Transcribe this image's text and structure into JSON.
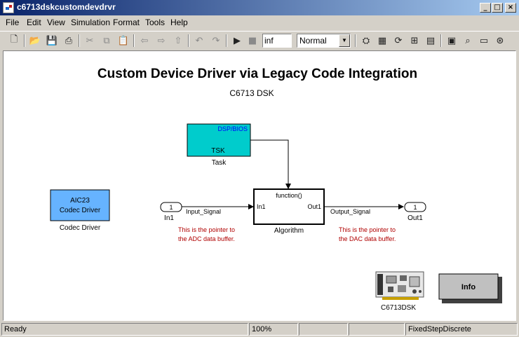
{
  "window": {
    "title": "c6713dskcustomdevdrvr"
  },
  "menu": {
    "items": [
      "File",
      "Edit",
      "View",
      "Simulation",
      "Format",
      "Tools",
      "Help"
    ]
  },
  "toolbar": {
    "stop_time": "inf",
    "sim_mode": "Normal"
  },
  "diagram": {
    "title": "Custom Device Driver via Legacy Code Integration",
    "subtitle": "C6713 DSK",
    "task_block": {
      "header": "DSP/BIOS",
      "body": "TSK",
      "caption": "Task"
    },
    "codec_block": {
      "line1": "AIC23",
      "line2": "Codec Driver",
      "caption": "Codec Driver"
    },
    "algorithm_block": {
      "trigger": "function()",
      "in_port": "In1",
      "out_port": "Out1",
      "caption": "Algorithm"
    },
    "inport": {
      "number": "1",
      "caption": "In1",
      "signal": "Input_Signal"
    },
    "outport": {
      "number": "1",
      "caption": "Out1",
      "signal": "Output_Signal"
    },
    "annotation_adc": {
      "line1": "This is the pointer to",
      "line2": "the ADC data buffer."
    },
    "annotation_dac": {
      "line1": "This is the pointer to",
      "line2": "the DAC data buffer."
    },
    "board": {
      "caption": "C6713DSK"
    },
    "info_block": {
      "label": "Info"
    },
    "colors": {
      "task_fill": "#00cccc",
      "codec_fill": "#66b3ff",
      "annotation": "#b00000",
      "info_fill": "#c0c0c0",
      "label_blue": "#0000ff"
    }
  },
  "status": {
    "state": "Ready",
    "zoom": "100%",
    "solver": "FixedStepDiscrete"
  }
}
